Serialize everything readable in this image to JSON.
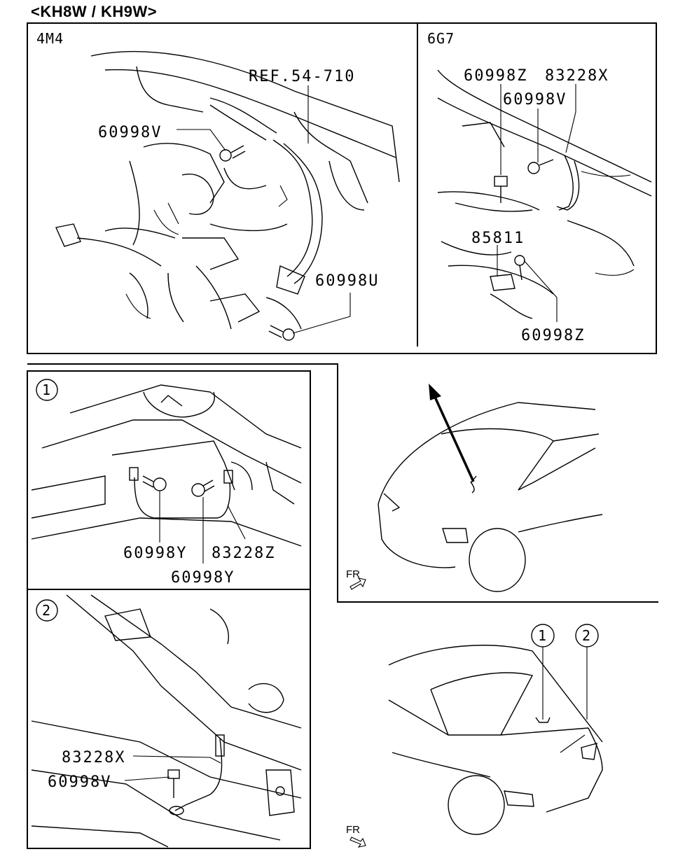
{
  "heading": "<KH8W / KH9W>",
  "top_left": {
    "engine": "4M4",
    "ref_label": "REF.54-710",
    "parts": [
      "60998V",
      "60998U"
    ]
  },
  "top_right": {
    "engine": "6G7",
    "parts": [
      "60998Z",
      "83228X",
      "60998V",
      "85811",
      "60998Z"
    ]
  },
  "detail_1": {
    "marker": "1",
    "parts": [
      "60998Y",
      "83228Z",
      "60998Y"
    ]
  },
  "detail_2": {
    "marker": "2",
    "parts": [
      "83228X",
      "60998V"
    ]
  },
  "vehicle_views": {
    "fr_label": "FR",
    "markers": [
      "1",
      "2"
    ]
  }
}
